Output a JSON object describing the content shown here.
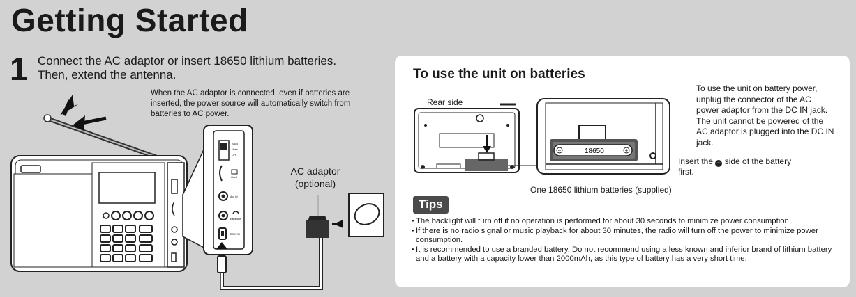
{
  "title": "Getting Started",
  "step": {
    "number": "1",
    "line1": "Connect the AC adaptor or insert 18650 lithium batteries.",
    "line2": "Then, extend the antenna."
  },
  "power_note": "When the AC adaptor is connected, even if batteries are inserted, the power source will automatically switch from batteries to AC power.",
  "ac_adaptor": {
    "line1": "AC adaptor",
    "line2": "(optional)"
  },
  "side_panel_labels": {
    "radio": "Radio",
    "music": "Music",
    "off": "OFF",
    "card": "Card",
    "aux": "Aux IN",
    "earphone": "Earphone",
    "dc": "DC5V IN"
  },
  "batteries_section": {
    "title": "To use the unit on batteries",
    "rear_side": "Rear side",
    "battery_label": "18650",
    "side_note": "To use the unit on battery power, unplug the connector of the AC power adaptor from the DC IN jack. The unit cannot be powered of the AC adaptor is plugged into the DC IN jack.",
    "insert_note_pre": "Insert the ",
    "insert_note_post": " side of the battery first.",
    "supplied": "One 18650 lithium batteries (supplied)"
  },
  "tips": {
    "label": "Tips",
    "items": [
      "The backlight will turn off if no operation is performed for about 30 seconds to minimize power consumption.",
      "If there is no radio signal or music playback for about 30 minutes, the radio will turn off the power to minimize power consumption.",
      "It is recommended to use a branded battery. Do not recommend using a less known and inferior brand of lithium battery and a battery with a capacity lower than 2000mAh, as this type of battery has a very short time."
    ]
  }
}
